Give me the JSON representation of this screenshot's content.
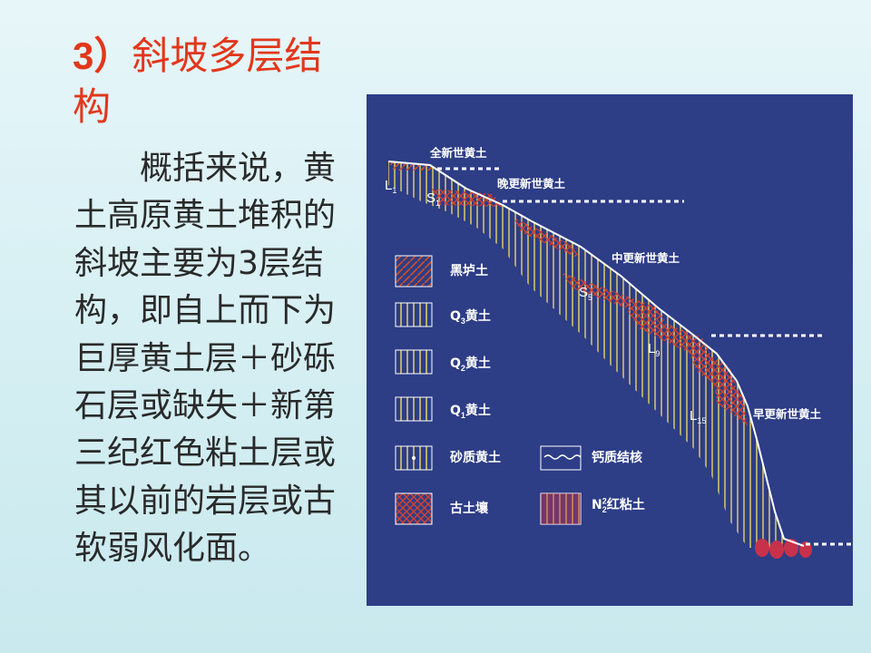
{
  "title": {
    "number": "3）",
    "text": "斜坡多层结构"
  },
  "body": {
    "paragraph": "概括来说，黄土高原黄土堆积的斜坡主要为3层结构，即自上而下为巨厚黄土层＋砂砾石层或缺失＋新第三纪红色粘土层或其以前的岩层或古软弱风化面。"
  },
  "diagram": {
    "labels": {
      "holocene": "全新世黄土",
      "late_pleistocene": "晚更新世黄土",
      "middle_pleistocene": "中更新世黄土",
      "early_pleistocene": "早更新世黄土"
    },
    "symbols": {
      "L1": {
        "letter": "L",
        "sub": "1"
      },
      "S1": {
        "letter": "S",
        "sub": "1"
      },
      "S5": {
        "letter": "S",
        "sub": "5"
      },
      "L9": {
        "letter": "L",
        "sub": "9"
      },
      "L15": {
        "letter": "L",
        "sub": "15"
      }
    },
    "legend": [
      {
        "key": "black_soil",
        "label": "黑垆土",
        "swatch": "black-soil"
      },
      {
        "key": "q3",
        "prefix": "Q",
        "sub": "3",
        "label": "黄土",
        "swatch": "q3"
      },
      {
        "key": "q2",
        "prefix": "Q",
        "sub": "2",
        "label": "黄土",
        "swatch": "q2"
      },
      {
        "key": "q1",
        "prefix": "Q",
        "sub": "1",
        "label": "黄土",
        "swatch": "q1"
      },
      {
        "key": "sandy",
        "label": "砂质黄土",
        "swatch": "sandy"
      },
      {
        "key": "calcareous",
        "label": "钙质结核",
        "swatch": "calcareous"
      },
      {
        "key": "paleosol",
        "label": "古土壤",
        "swatch": "paleosol"
      },
      {
        "key": "red_clay",
        "prefix": "N",
        "sub": "2",
        "sup": "2",
        "label": "红粘土",
        "swatch": "red-clay"
      }
    ]
  },
  "colors": {
    "title": "#e2371b",
    "panel": "#2d3d86",
    "loess": "#d6c86a",
    "paleosol": "#d2412f",
    "red_clay": "#c8314a",
    "line": "#ffffff"
  }
}
